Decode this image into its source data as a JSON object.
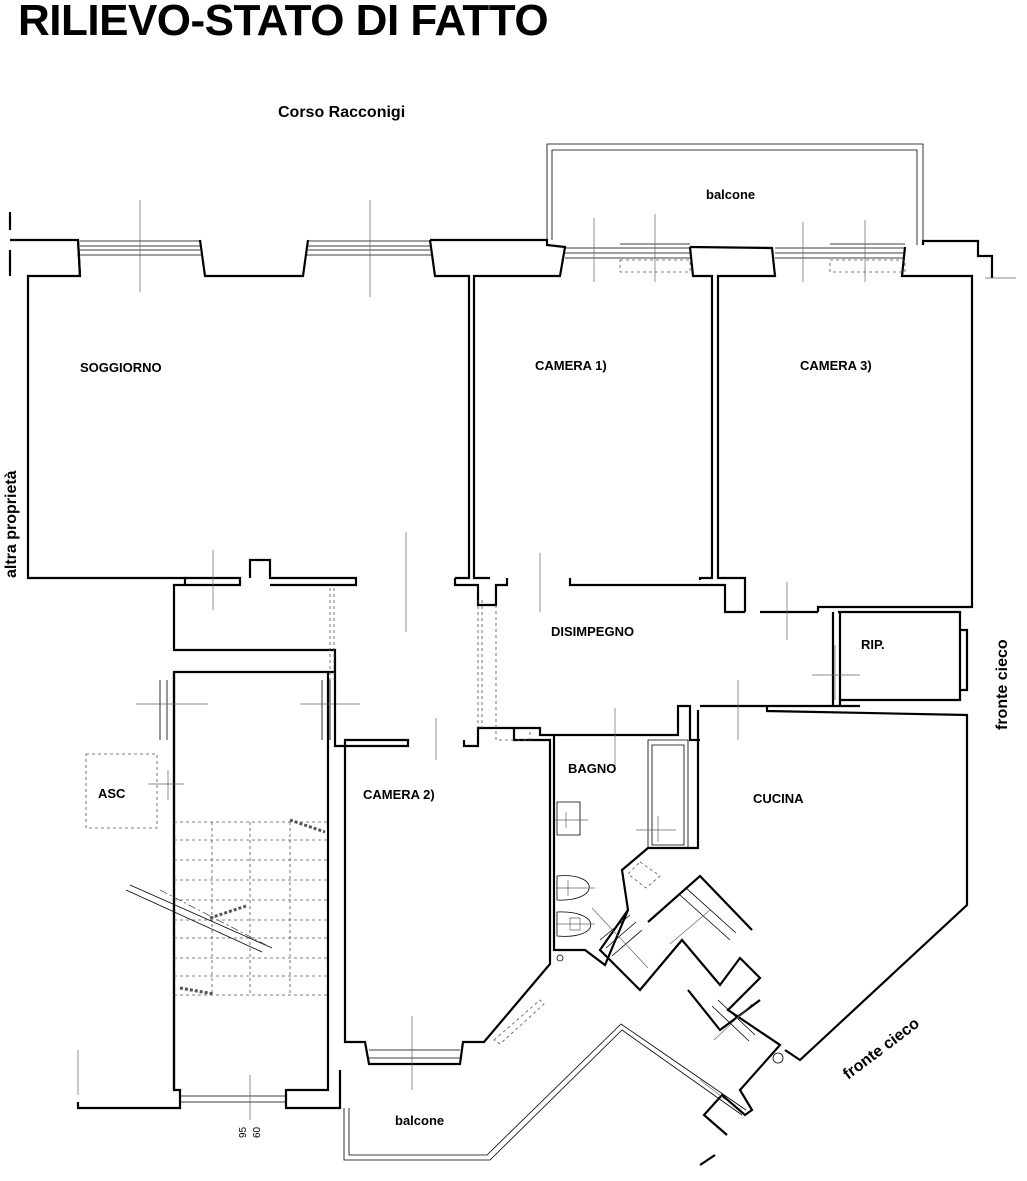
{
  "title": "RILIEVO-STATO DI FATTO",
  "labels": {
    "street": "Corso Racconigi",
    "balcony_top": "balcone",
    "living_room": "SOGGIORNO",
    "room1": "CAMERA 1)",
    "room3": "CAMERA 3)",
    "hallway": "DISIMPEGNO",
    "storage": "RIP.",
    "elevator": "ASC",
    "room2": "CAMERA 2)",
    "bathroom": "BAGNO",
    "kitchen": "CUCINA",
    "balcony_bottom": "balcone",
    "other_property": "altra proprietà",
    "blind_front_right": "fronte cieco",
    "blind_front_bottom": "fronte cieco",
    "dim_a": "95",
    "dim_b": "60"
  },
  "colors": {
    "walls": "#000000",
    "fixtures": "#555555",
    "background": "#ffffff"
  }
}
